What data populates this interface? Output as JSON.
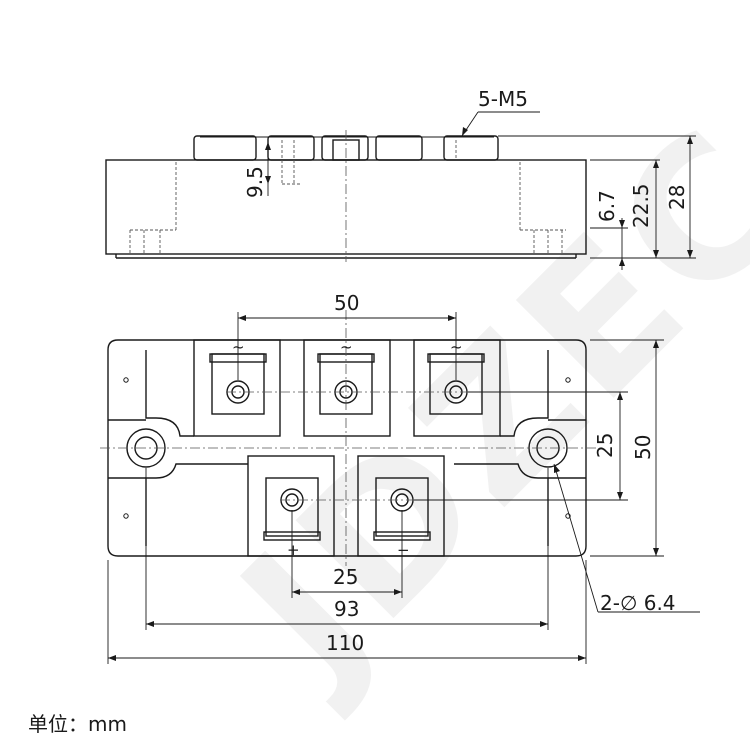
{
  "watermark": "JDZEC",
  "labels": {
    "thread": "5-M5",
    "hole": "2-∅ 6.4",
    "ac_symbol": "~",
    "plus_symbol": "+",
    "minus_symbol": "−"
  },
  "side_view": {
    "dim_terminal": "9.5",
    "dim_6_7": "6.7",
    "dim_22_5": "22.5",
    "dim_28": "28"
  },
  "top_view": {
    "dim_50_top": "50",
    "dim_25_right": "25",
    "dim_50_right": "50",
    "dim_25_bottom": "25",
    "dim_93": "93",
    "dim_110": "110"
  },
  "footer": {
    "unit_label": "单位：",
    "unit_value": "mm"
  }
}
